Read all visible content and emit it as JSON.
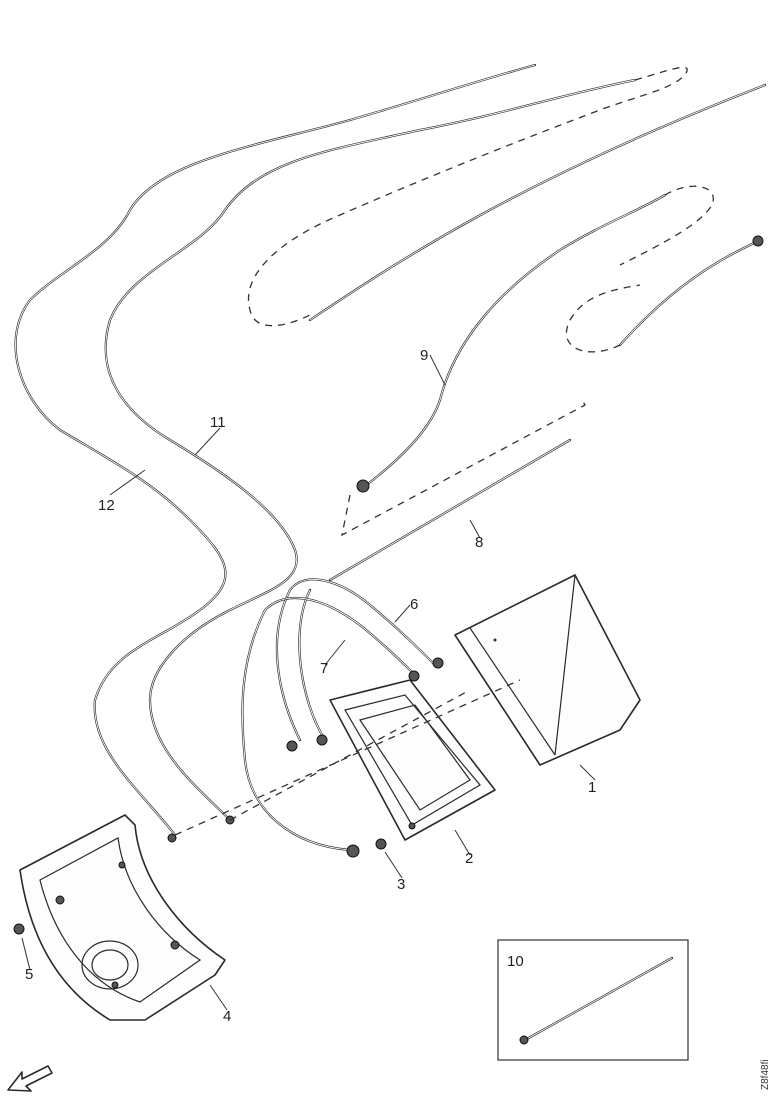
{
  "callouts": {
    "p1": "1",
    "p2": "2",
    "p3": "3",
    "p4": "4",
    "p5": "5",
    "p6": "6",
    "p7": "7",
    "p8": "8",
    "p9": "9",
    "p10": "10",
    "p11": "11",
    "p12": "12"
  },
  "reference_code": "Z8f48fi",
  "icons": {
    "front_arrow": "direction-arrow-icon"
  }
}
